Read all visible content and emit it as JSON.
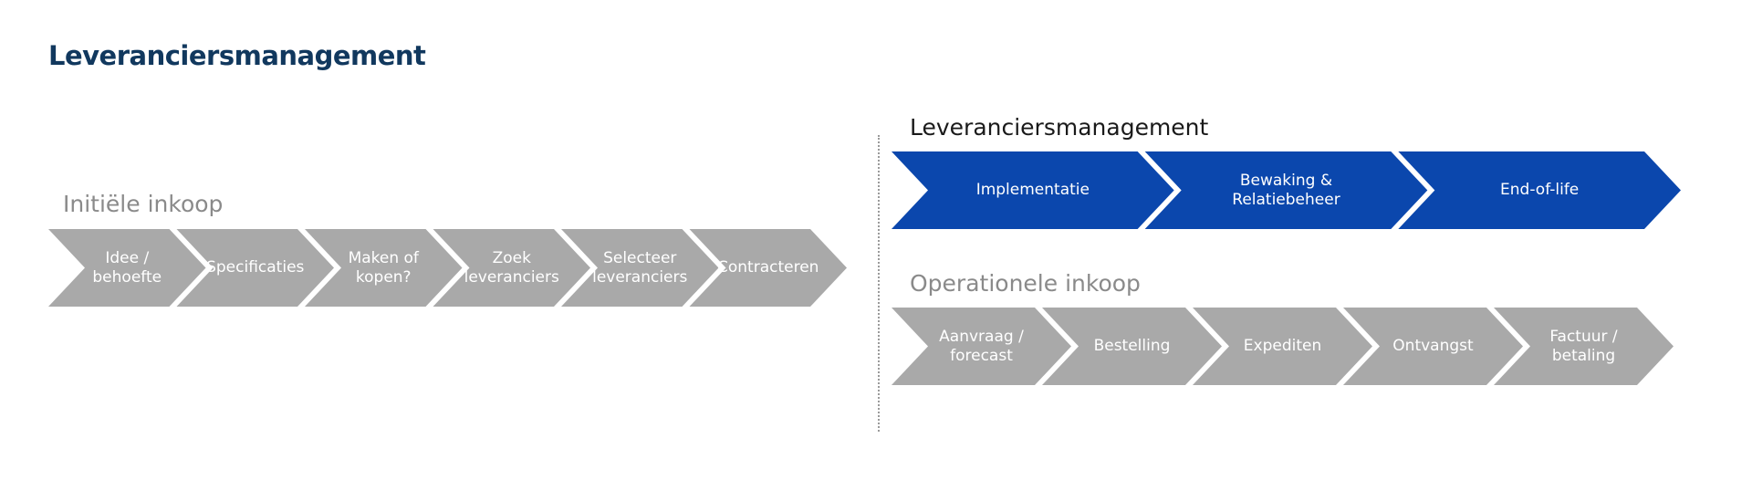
{
  "title": "Leveranciersmanagement",
  "initial_heading": "Initiële inkoop",
  "lm_heading": "Leveranciersmanagement",
  "operational_heading": "Operationele inkoop",
  "colors": {
    "grey": "#a9a9a9",
    "blue": "#0b47ad",
    "title": "#11385e"
  },
  "initial_steps": [
    "Idee /\nbehoefte",
    "Specificaties",
    "Maken of\nkopen?",
    "Zoek\nleveranciers",
    "Selecteer\nleveranciers",
    "Contracteren"
  ],
  "lm_steps": [
    "Implementatie",
    "Bewaking &\nRelatiebeheer",
    "End-of-life"
  ],
  "operational_steps": [
    "Aanvraag /\nforecast",
    "Bestelling",
    "Expediten",
    "Ontvangst",
    "Factuur /\nbetaling"
  ]
}
